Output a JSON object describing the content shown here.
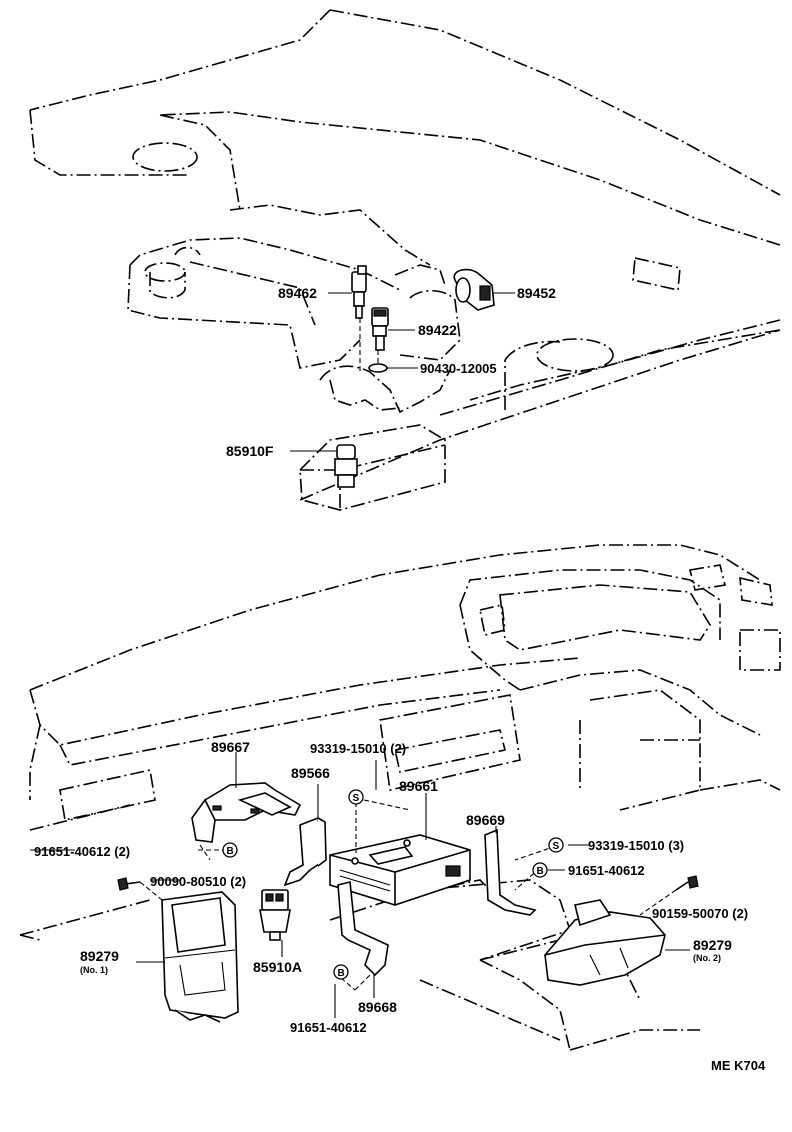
{
  "labels": {
    "p89462": "89462",
    "p89452": "89452",
    "p89422": "89422",
    "p90430": "90430-12005",
    "p85910F": "85910F",
    "p89667": "89667",
    "p93319_2": "93319-15010 (2)",
    "p89566": "89566",
    "p89661": "89661",
    "p89669": "89669",
    "p93319_3": "93319-15010 (3)",
    "p91651_2": "91651-40612 (2)",
    "p91651_right": "91651-40612",
    "p90090": "90090-80510 (2)",
    "p90159": "90159-50070 (2)",
    "p89279_1": "89279",
    "p89279_1_note": "(No. 1)",
    "p85910A": "85910A",
    "p89279_2": "89279",
    "p89279_2_note": "(No. 2)",
    "p89668": "89668",
    "p91651_bottom": "91651-40612",
    "drawing_code": "ME K704"
  },
  "badges": {
    "s": "S",
    "b": "B"
  }
}
